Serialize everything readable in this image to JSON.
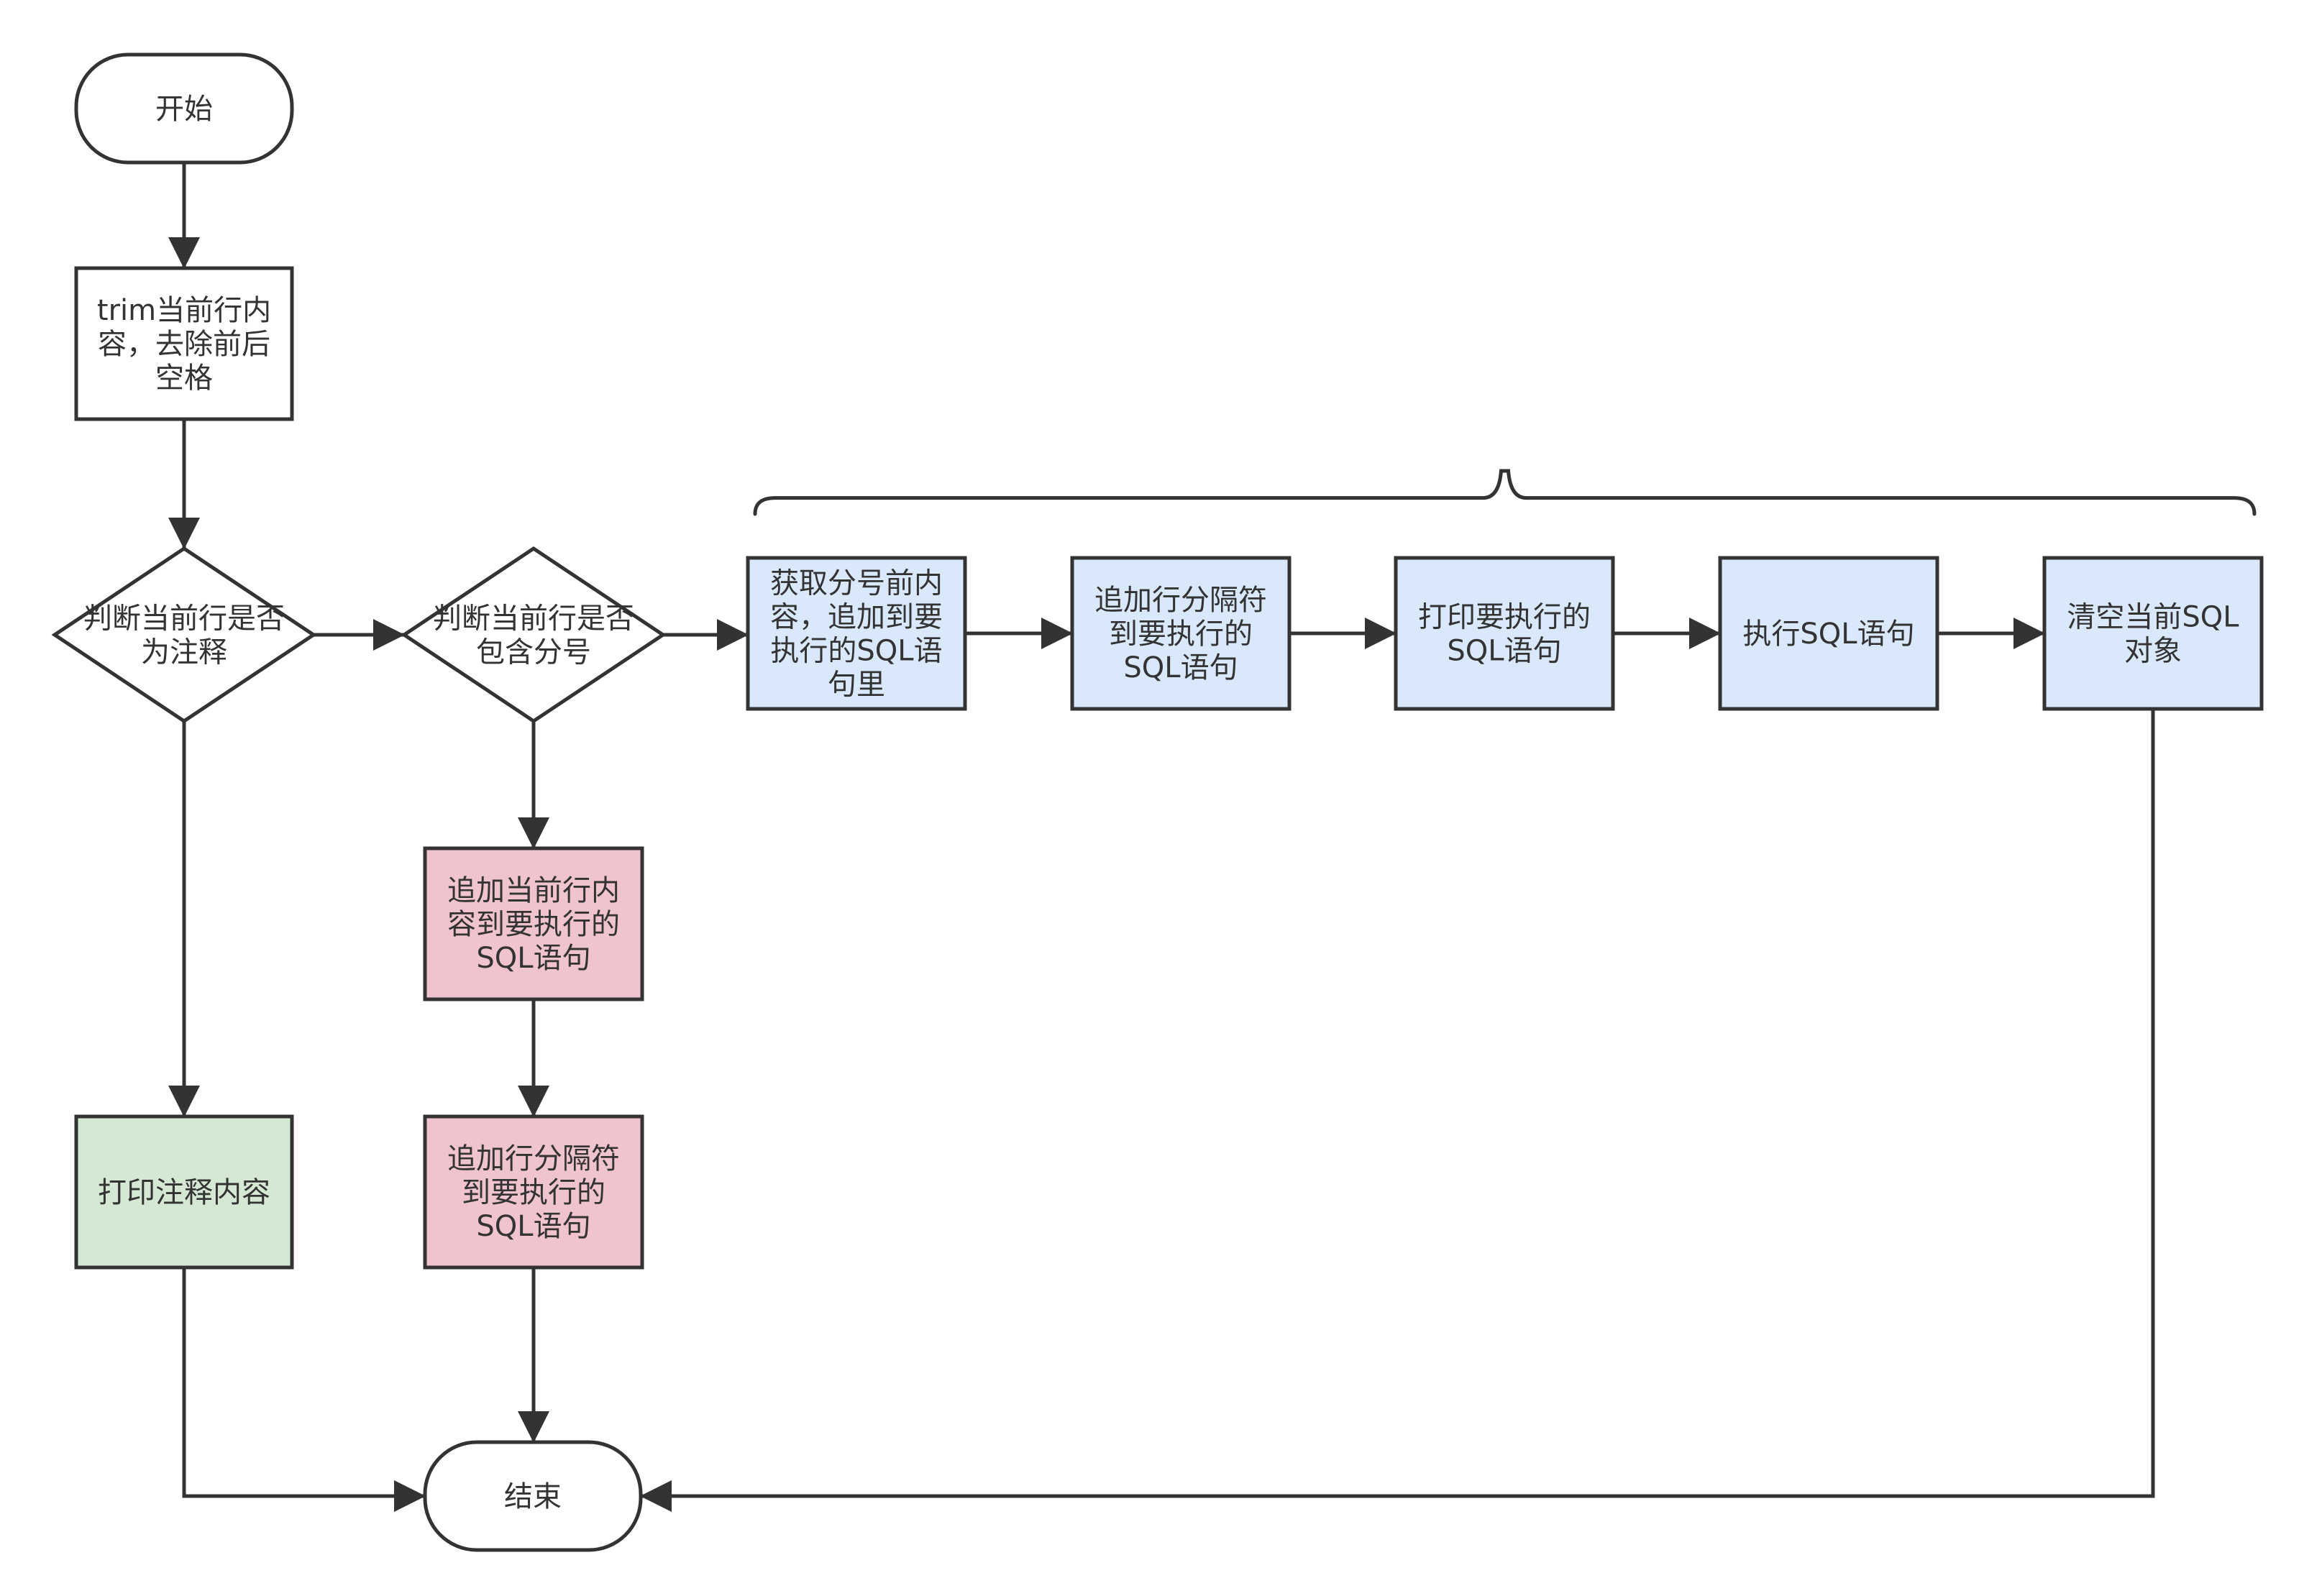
{
  "colors": {
    "stroke": "#333333",
    "text": "#333333",
    "default_fill": "#ffffff",
    "blue_fill": "#dae8fc",
    "pink_fill": "#f0c4cf",
    "green_fill": "#d5e8d4"
  },
  "nodes": {
    "start": {
      "shape": "terminal",
      "fill": "#ffffff",
      "lines": [
        "开始"
      ]
    },
    "trim": {
      "shape": "process",
      "fill": "#ffffff",
      "lines": [
        "trim当前行内",
        "容，去除前后",
        "空格"
      ]
    },
    "is_comment": {
      "shape": "decision",
      "fill": "#ffffff",
      "lines": [
        "判断当前行是否",
        "为注释"
      ]
    },
    "has_semicolon": {
      "shape": "decision",
      "fill": "#ffffff",
      "lines": [
        "判断当前行是否",
        "包含分号"
      ]
    },
    "get_before_semicolon": {
      "shape": "process",
      "fill": "#dae8fc",
      "lines": [
        "获取分号前内",
        "容，追加到要",
        "执行的SQL语",
        "句里"
      ]
    },
    "append_separator_1": {
      "shape": "process",
      "fill": "#dae8fc",
      "lines": [
        "追加行分隔符",
        "到要执行的",
        "SQL语句"
      ]
    },
    "print_sql": {
      "shape": "process",
      "fill": "#dae8fc",
      "lines": [
        "打印要执行的",
        "SQL语句"
      ]
    },
    "execute_sql": {
      "shape": "process",
      "fill": "#dae8fc",
      "lines": [
        "执行SQL语句"
      ]
    },
    "clear_sql": {
      "shape": "process",
      "fill": "#dae8fc",
      "lines": [
        "清空当前SQL",
        "对象"
      ]
    },
    "append_line": {
      "shape": "process",
      "fill": "#f0c4cf",
      "lines": [
        "追加当前行内",
        "容到要执行的",
        "SQL语句"
      ]
    },
    "append_separator_2": {
      "shape": "process",
      "fill": "#f0c4cf",
      "lines": [
        "追加行分隔符",
        "到要执行的",
        "SQL语句"
      ]
    },
    "print_comment": {
      "shape": "process",
      "fill": "#d5e8d4",
      "lines": [
        "打印注释内容"
      ]
    },
    "end": {
      "shape": "terminal",
      "fill": "#ffffff",
      "lines": [
        "结束"
      ]
    }
  },
  "edges": [
    {
      "from": "start",
      "to": "trim"
    },
    {
      "from": "trim",
      "to": "is_comment"
    },
    {
      "from": "is_comment",
      "to": "has_semicolon"
    },
    {
      "from": "is_comment",
      "to": "print_comment"
    },
    {
      "from": "has_semicolon",
      "to": "get_before_semicolon"
    },
    {
      "from": "has_semicolon",
      "to": "append_line"
    },
    {
      "from": "get_before_semicolon",
      "to": "append_separator_1"
    },
    {
      "from": "append_separator_1",
      "to": "print_sql"
    },
    {
      "from": "print_sql",
      "to": "execute_sql"
    },
    {
      "from": "execute_sql",
      "to": "clear_sql"
    },
    {
      "from": "append_line",
      "to": "append_separator_2"
    },
    {
      "from": "append_separator_2",
      "to": "end"
    },
    {
      "from": "print_comment",
      "to": "end"
    },
    {
      "from": "clear_sql",
      "to": "end"
    }
  ],
  "annotations": [
    {
      "type": "curly-brace",
      "groups": [
        "get_before_semicolon",
        "append_separator_1",
        "print_sql",
        "execute_sql",
        "clear_sql"
      ]
    }
  ]
}
